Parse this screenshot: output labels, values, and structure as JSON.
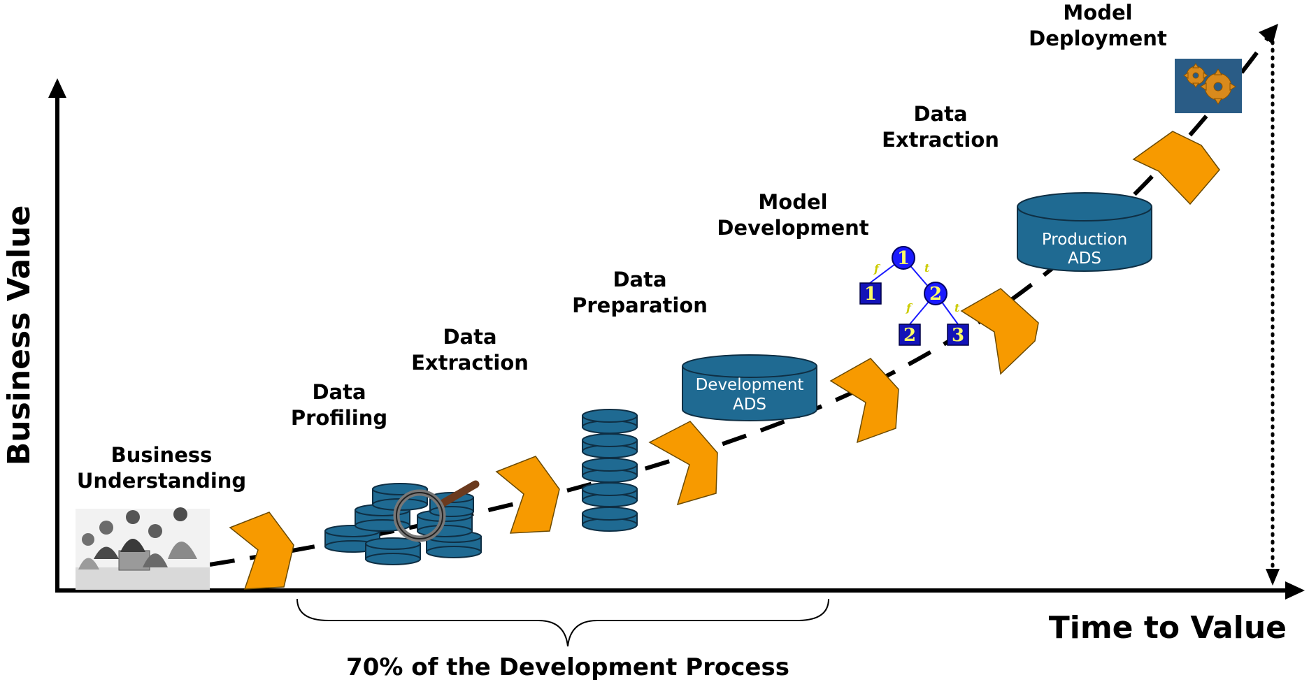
{
  "axes": {
    "y_label": "Business Value",
    "x_label": "Time to Value"
  },
  "stages": [
    {
      "id": "business-understanding",
      "lines": [
        "Business",
        "Understanding"
      ]
    },
    {
      "id": "data-profiling",
      "lines": [
        "Data",
        "Profiling"
      ]
    },
    {
      "id": "data-extraction-1",
      "lines": [
        "Data",
        "Extraction"
      ]
    },
    {
      "id": "data-preparation",
      "lines": [
        "Data",
        "Preparation"
      ]
    },
    {
      "id": "model-development",
      "lines": [
        "Model",
        "Development"
      ]
    },
    {
      "id": "data-extraction-2",
      "lines": [
        "Data",
        "Extraction"
      ]
    },
    {
      "id": "model-deployment",
      "lines": [
        "Model",
        "Deployment"
      ]
    }
  ],
  "cylinders": {
    "development": [
      "Development",
      "ADS"
    ],
    "production": [
      "Production",
      "ADS"
    ]
  },
  "decision_tree": {
    "nodes": [
      "1",
      "2"
    ],
    "leaves": [
      "1",
      "2",
      "3"
    ],
    "edge_labels": [
      "f",
      "t",
      "f",
      "t"
    ]
  },
  "brace_label": "70% of the Development Process",
  "colors": {
    "chevron": "#f79a00",
    "cylinder": "#1f6a92",
    "tree_node": "#1a1aff",
    "tree_leaf": "#1313b8",
    "gear_box": "#2a5c86",
    "gear": "#d98a1c"
  }
}
